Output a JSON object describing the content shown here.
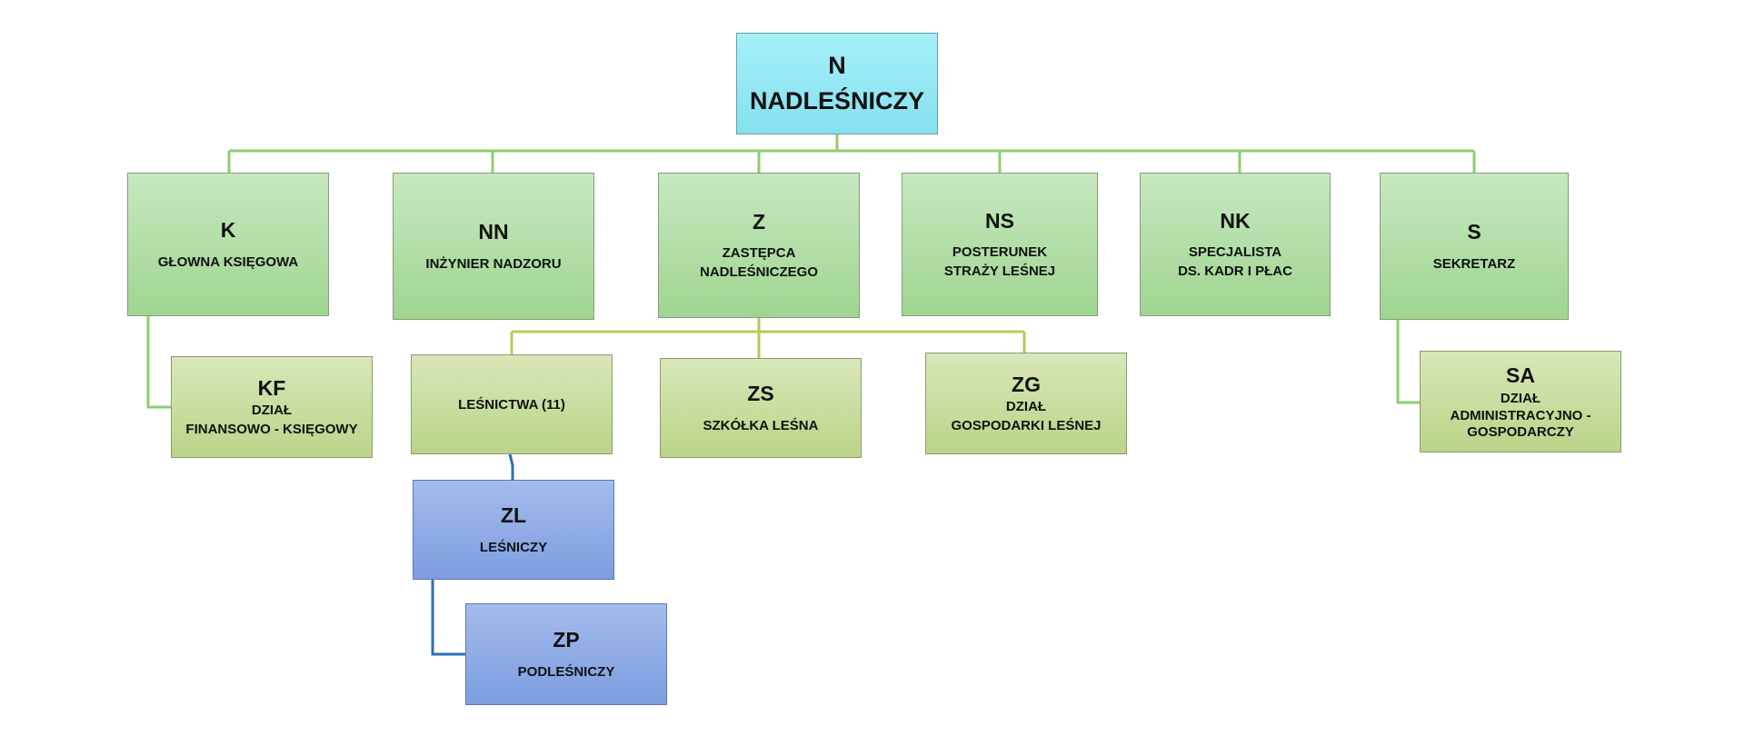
{
  "nodes": {
    "n": {
      "code": "N",
      "lines": [
        "NADLEŚNICZY"
      ]
    },
    "k": {
      "code": "K",
      "lines": [
        "GŁOWNA KSIĘGOWA"
      ]
    },
    "nn": {
      "code": "NN",
      "lines": [
        "INŻYNIER NADZORU"
      ]
    },
    "z": {
      "code": "Z",
      "lines": [
        "ZASTĘPCA",
        "NADLEŚNICZEGO"
      ]
    },
    "ns": {
      "code": "NS",
      "lines": [
        "POSTERUNEK",
        "STRAŻY LEŚNEJ"
      ]
    },
    "nk": {
      "code": "NK",
      "lines": [
        "SPECJALISTA",
        "DS. KADR I PŁAC"
      ]
    },
    "s": {
      "code": "S",
      "lines": [
        "SEKRETARZ"
      ]
    },
    "kf": {
      "code": "KF",
      "lines": [
        "DZIAŁ",
        "FINANSOWO - KSIĘGOWY"
      ]
    },
    "lesnictwa": {
      "code": "",
      "lines": [
        "LEŚNICTWA (11)"
      ]
    },
    "zs": {
      "code": "ZS",
      "lines": [
        "SZKÓŁKA LEŚNA"
      ]
    },
    "zg": {
      "code": "ZG",
      "lines": [
        "DZIAŁ",
        "GOSPODARKI LEŚNEJ"
      ]
    },
    "sa": {
      "code": "SA",
      "lines": [
        "DZIAŁ",
        "ADMINISTRACYJNO -",
        "GOSPODARCZY"
      ]
    },
    "zl": {
      "code": "ZL",
      "lines": [
        "LEŚNICZY"
      ]
    },
    "zp": {
      "code": "ZP",
      "lines": [
        "PODLEŚNICZY"
      ]
    }
  },
  "colors": {
    "top": "#92e9f3",
    "level1": "#b3dfa8",
    "level2": "#c9dea0",
    "level3": "#90ade6",
    "green_line": "#8ccf6e",
    "olive_line": "#b3cc58",
    "blue_line": "#2e6fb0"
  }
}
